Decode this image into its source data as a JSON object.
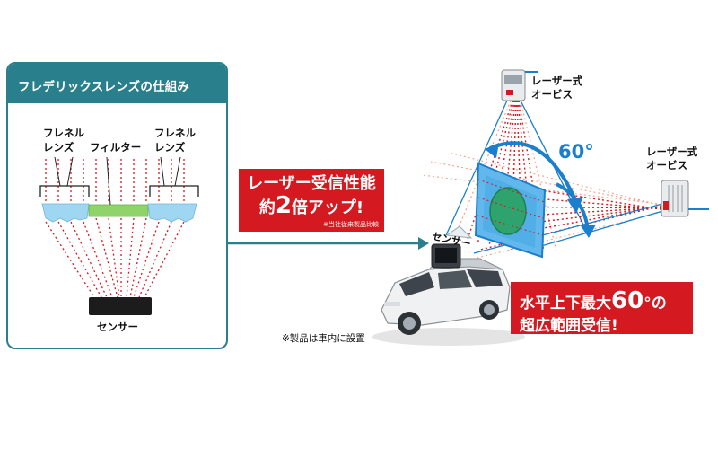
{
  "panel": {
    "title": "フレデリックスレンズの仕組み",
    "fresnel_left_1": "フレネル",
    "fresnel_left_2": "レンズ",
    "filter": "フィルター",
    "fresnel_right_1": "フレネル",
    "fresnel_right_2": "レンズ",
    "sensor": "センサー"
  },
  "callout_center": {
    "line1": "レーザー受信性能",
    "line2_a": "約",
    "line2_num": "2",
    "line2_b": "倍アップ!",
    "note": "※当社従来製品比較"
  },
  "scene": {
    "orbis_top_1": "レーザー式",
    "orbis_top_2": "オービス",
    "orbis_right_1": "レーザー式",
    "orbis_right_2": "オービス",
    "angle": "60°",
    "car_sensor": "センサー",
    "footnote": "※製品は車内に設置"
  },
  "callout_right": {
    "line1_a": "水平上下最大",
    "line1_num": "60",
    "line1_b": "°の",
    "line2": "超広範囲受信!"
  },
  "colors": {
    "teal": "#2a7f8c",
    "red": "#d41a20",
    "blue": "#1b7fce",
    "lens_blue": "#9fd6f2",
    "filter_green": "#8fd36a"
  }
}
